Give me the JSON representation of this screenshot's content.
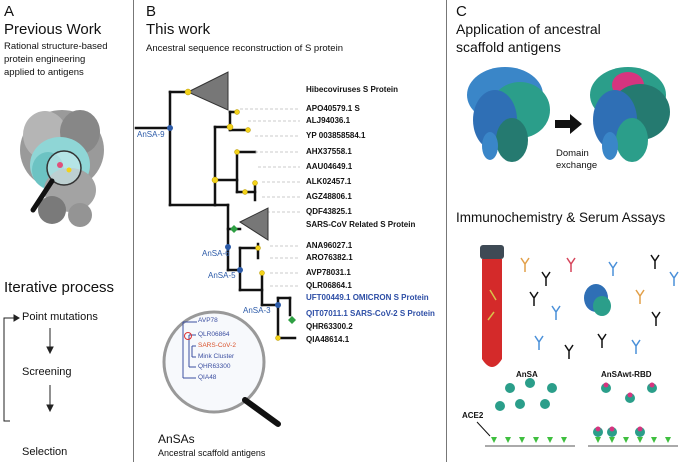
{
  "panelA": {
    "letter": "A",
    "title": "Previous Work",
    "subtitle": [
      "Rational structure-based",
      "protein engineering",
      "applied to antigens"
    ],
    "iter_title": "Iterative process",
    "steps": [
      "Point mutations",
      "Screening",
      "Selection"
    ]
  },
  "panelB": {
    "letter": "B",
    "title": "This work",
    "subtitle": "Ancestral sequence reconstruction of S protein",
    "clade_labels": [
      "Hibecoviruses S Protein",
      "SARS-CoV Related S Protein"
    ],
    "leaves": [
      "APO40579.1 S",
      "ALJ94036.1",
      "YP 003858584.1",
      "AHX37558.1",
      "AAU04649.1",
      "ALK02457.1",
      "AGZ48806.1",
      "QDF43825.1",
      "ANA96027.1",
      "ARO76382.1",
      "AVP78031.1",
      "QLR06864.1",
      "UFT00449.1 OMICRON  S Protein",
      "QIT07011.1 SARS-CoV-2 S Protein",
      "QHR63300.2",
      "QIA48614.1"
    ],
    "nodes": [
      "AnSA-9",
      "AnSA-6",
      "AnSA-5",
      "AnSA-3"
    ],
    "magnifier_labels": [
      "AVP78",
      "QLR06864",
      "SARS-CoV-2",
      "Mink Cluster",
      "QHR63300",
      "QIA48"
    ],
    "bottom_title": "AnSAs",
    "bottom_subtitle": "Ancestral scaffold antigens"
  },
  "panelC": {
    "letter": "C",
    "title": [
      "Application of ancestral",
      "scaffold antigens"
    ],
    "exchange_label": [
      "Domain",
      "exchange"
    ],
    "assay_title": "Immunochemistry & Serum Assays",
    "labels": [
      "AnSA",
      "AnSAwt-RBD",
      "ACE2"
    ]
  },
  "colors": {
    "node_blue": "#2b5aa8",
    "node_yellow": "#f3d21a",
    "clade_green": "#2ea043",
    "ace2_green": "#3fbf3f"
  }
}
